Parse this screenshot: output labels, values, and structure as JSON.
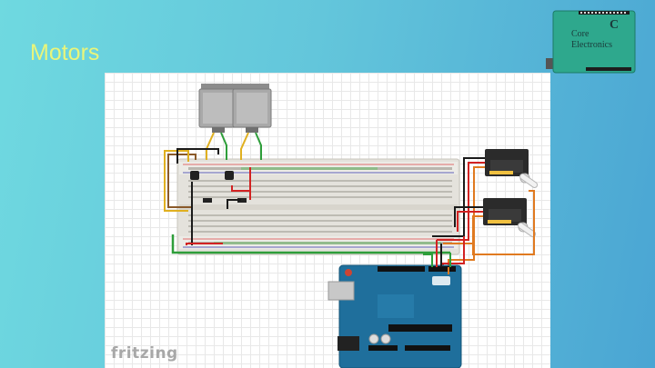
{
  "slide": {
    "title": "Motors"
  },
  "logo": {
    "line1": "Core",
    "line2": "Electronics",
    "mark": "C"
  },
  "diagram": {
    "watermark": "fritzing"
  },
  "colors": {
    "title": "#e9f57a",
    "arduino_board": "#1f6f9c",
    "breadboard": "#e4e2dc",
    "wire_red": "#d22222",
    "wire_black": "#1a1a1a",
    "wire_orange": "#e07a20",
    "wire_yellow": "#e0b020",
    "wire_green": "#2e9e3a",
    "wire_brown": "#8a5a2a"
  }
}
